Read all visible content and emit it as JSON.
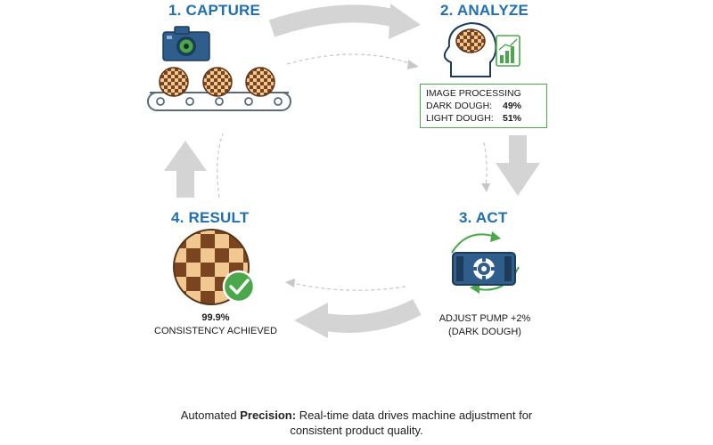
{
  "steps": [
    {
      "title": "1. CAPTURE"
    },
    {
      "title": "2. ANALYZE"
    },
    {
      "title": "3. ACT"
    },
    {
      "title": "4. RESULT"
    }
  ],
  "icons": {
    "capture": [
      "camera-icon",
      "conveyor-belt-icon",
      "cookie-icon"
    ],
    "analyze": [
      "brain-head-icon",
      "growth-chart-icon"
    ],
    "act": [
      "gear-pump-icon",
      "refresh-arrows-icon"
    ],
    "result": [
      "checkerboard-product-icon",
      "check-circle-icon"
    ]
  },
  "analysis_box": {
    "title": "IMAGE PROCESSING",
    "rows": [
      {
        "label": "DARK DOUGH:",
        "value": "49%"
      },
      {
        "label": "LIGHT DOUGH:",
        "value": "51%"
      }
    ]
  },
  "act_caption": {
    "line1": "ADJUST PUMP +2%",
    "line2": "(DARK DOUGH)"
  },
  "result_caption": {
    "value": "99.9%",
    "label": "CONSISTENCY ACHIEVED"
  },
  "footer": {
    "strong": "Precision:",
    "prefix": "Automated ",
    "suffix": " Real-time data drives machine adjustment for",
    "line2": "consistent product quality."
  },
  "colors": {
    "title_blue": "#1f6fb2",
    "arrow_gray": "#d4d4d4",
    "accent_green": "#4aa84a",
    "brown_dark": "#7a4420",
    "brown_light": "#f0c890",
    "machine_blue": "#2f5e8c"
  }
}
